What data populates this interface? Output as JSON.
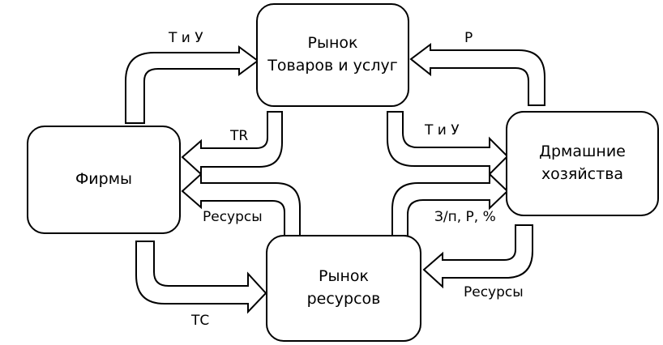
{
  "nodes": {
    "goods_market": {
      "line1": "Рынок",
      "line2": "Товаров и услуг"
    },
    "households": {
      "line1": "Дрмашние",
      "line2": "хозяйства"
    },
    "firms": {
      "line1": "Фирмы"
    },
    "resource_market": {
      "line1": "Рынок",
      "line2": "ресурсов"
    }
  },
  "flows": {
    "firms_to_goods": "Т и У",
    "goods_to_firms": "TR",
    "resources_to_firms": "Ресурсы",
    "firms_to_resources": "ТС",
    "households_to_goods": "Р",
    "goods_to_households": "Т и У",
    "resources_to_households": "З/п, Р, %",
    "households_to_resources": "Ресурсы"
  }
}
